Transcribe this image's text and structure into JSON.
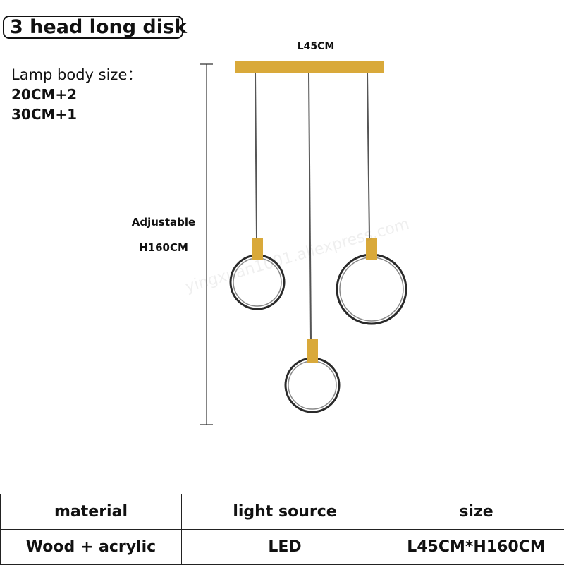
{
  "title": "3 head long disk",
  "spec": {
    "label": "Lamp body size：",
    "lines": [
      "20CM+2",
      "30CM+1"
    ]
  },
  "dimensions": {
    "width": "L45CM",
    "height_line1": "Adjustable",
    "height_line2": "H160CM"
  },
  "watermark": "yingxuan1001.aliexpress.com",
  "colors": {
    "brass": "#d9a93a",
    "wire": "#555555",
    "ring": "#2a2a2a",
    "dimension_line": "#333333"
  },
  "table": {
    "headers": [
      "material",
      "light source",
      "size"
    ],
    "values": [
      "Wood + acrylic",
      "LED",
      "L45CM*H160CM"
    ]
  }
}
